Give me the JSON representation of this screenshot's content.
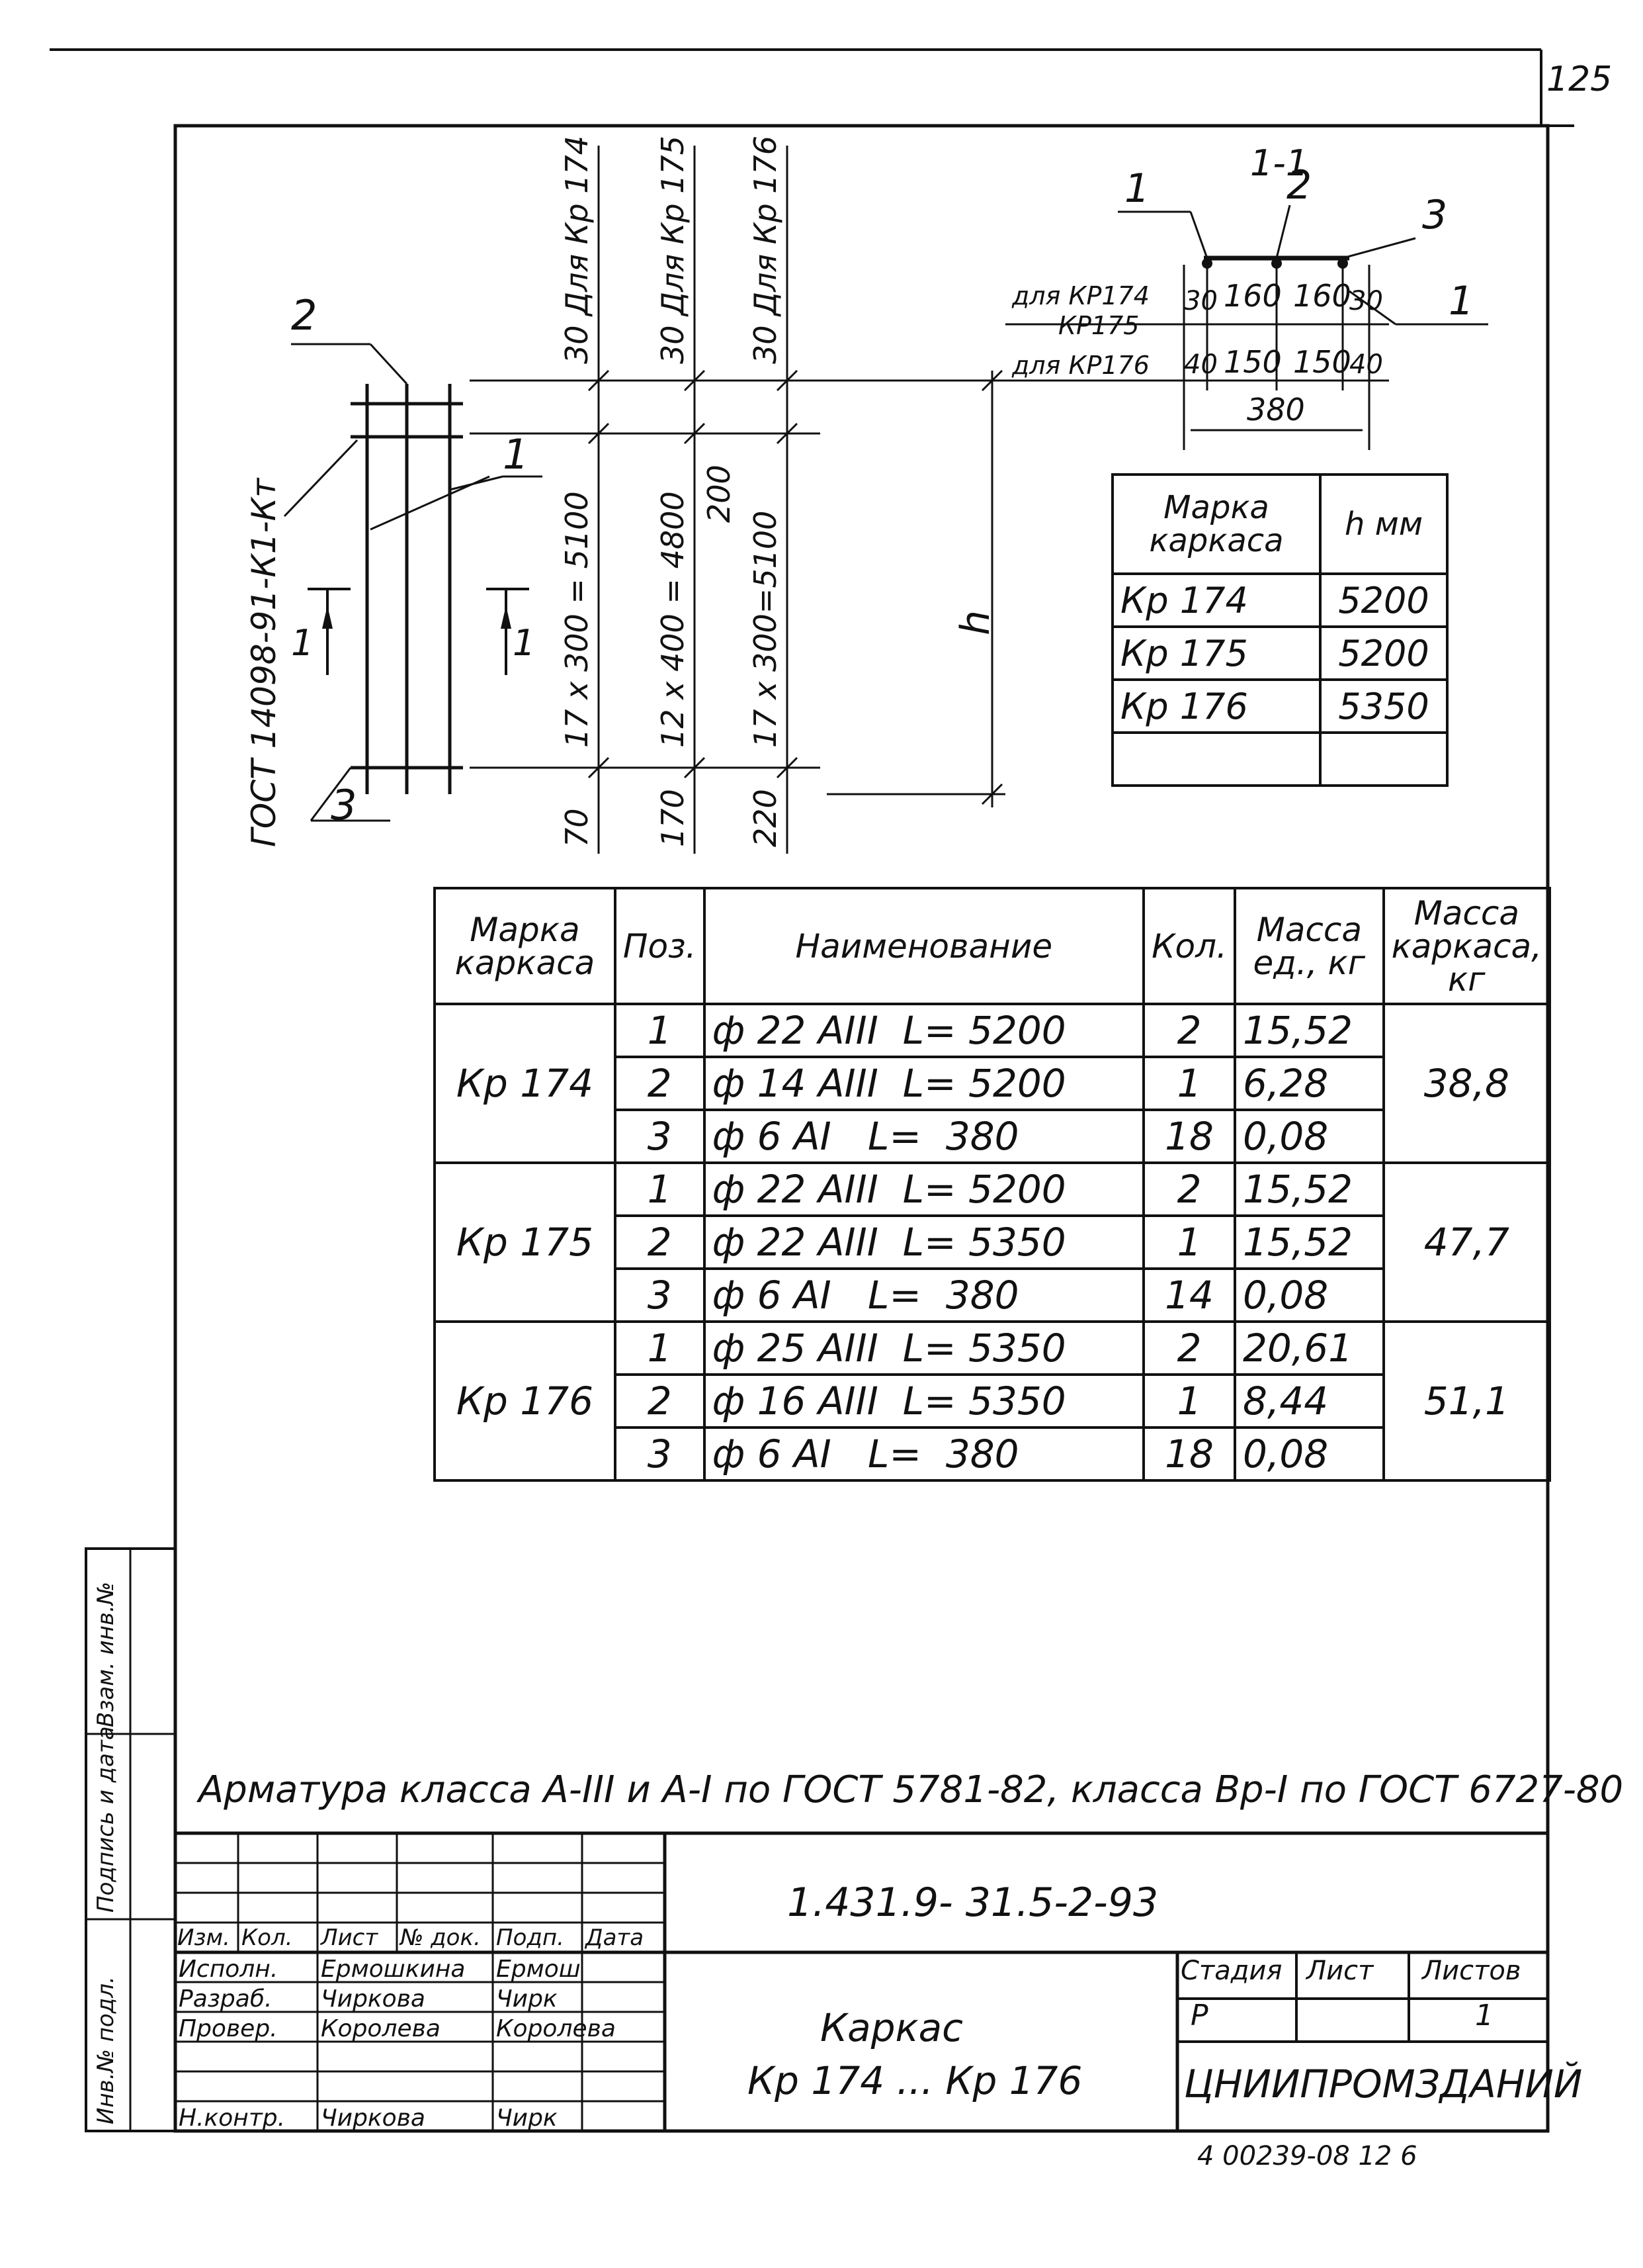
{
  "sheet_number": "125",
  "section_label": "1-1",
  "drawing": {
    "callouts": {
      "c1": "1",
      "c2": "2",
      "c3": "3",
      "s1": "1",
      "s2": "2",
      "s3": "3",
      "s4": "1",
      "sec_a": "1",
      "sec_b": "1"
    },
    "gost_label": "ГОСТ 14098-91-К1-Кт",
    "h_label": "h",
    "col1_top": "30 Для Кр 174",
    "col2_top": "30 Для Кр 175",
    "col3_top": "30 Для Кр 176",
    "col1_mid": "17 х 300 = 5100",
    "col2_mid": "12 х 400 = 4800",
    "col2_extra": "200",
    "col3_mid": "17 х 300=5100",
    "col1_bot": "70",
    "col2_bot": "170",
    "col3_bot": "220",
    "section_row1_label": "для КР174",
    "section_row1b_label": "КР175",
    "section_row2_label": "для КР176",
    "section_row1": [
      "30",
      "160",
      "160",
      "30"
    ],
    "section_row2": [
      "40",
      "150",
      "150",
      "40"
    ],
    "section_total": "380"
  },
  "h_table": {
    "headers": [
      "Марка каркаса",
      "h мм"
    ],
    "rows": [
      [
        "Кр 174",
        "5200"
      ],
      [
        "Кр 175",
        "5200"
      ],
      [
        "Кр 176",
        "5350"
      ],
      [
        "",
        ""
      ]
    ]
  },
  "spec_table": {
    "headers": [
      "Марка каркаса",
      "Поз.",
      "Наименование",
      "Кол.",
      "Масса ед., кг",
      "Масса каркаса, кг"
    ],
    "groups": [
      {
        "mark": "Кр 174",
        "mass": "38,8",
        "rows": [
          [
            "1",
            "ф 22 АIII  L= 5200",
            "2",
            "15,52"
          ],
          [
            "2",
            "ф 14 АIII  L= 5200",
            "1",
            "6,28"
          ],
          [
            "3",
            "ф 6 АI   L=  380",
            "18",
            "0,08"
          ]
        ]
      },
      {
        "mark": "Кр 175",
        "mass": "47,7",
        "rows": [
          [
            "1",
            "ф 22 АIII  L= 5200",
            "2",
            "15,52"
          ],
          [
            "2",
            "ф 22 АIII  L= 5350",
            "1",
            "15,52"
          ],
          [
            "3",
            "ф 6 АI   L=  380",
            "14",
            "0,08"
          ]
        ]
      },
      {
        "mark": "Кр 176",
        "mass": "51,1",
        "rows": [
          [
            "1",
            "ф 25 АIII  L= 5350",
            "2",
            "20,61"
          ],
          [
            "2",
            "ф 16 АIII  L= 5350",
            "1",
            "8,44"
          ],
          [
            "3",
            "ф 6 АI   L=  380",
            "18",
            "0,08"
          ]
        ]
      }
    ]
  },
  "note": "Арматура класса А-III и А-I по ГОСТ 5781-82, класса Вр-I по ГОСТ 6727-80",
  "title_block": {
    "doc_code": "1.431.9- 31.5-2-93",
    "name_line1": "Каркас",
    "name_line2": "Кр 174 ... Кр 176",
    "org": "ЦНИИПРОМЗДАНИЙ",
    "stage_header": [
      "Стадия",
      "Лист",
      "Листов"
    ],
    "stage_values": [
      "Р",
      "",
      "1"
    ],
    "col_headers": [
      "Изм.",
      "Кол.",
      "Лист",
      "№ док.",
      "Подп.",
      "Дата"
    ],
    "people": [
      [
        "Исполн.",
        "Ермошкина",
        "Ермош"
      ],
      [
        "Разраб.",
        "Чиркова",
        "Чирк"
      ],
      [
        "Провер.",
        "Королева",
        "Королева"
      ],
      [
        "",
        "",
        ""
      ],
      [
        "Н.контр.",
        "Чиркова",
        "Чирк"
      ]
    ]
  },
  "side_stamp": [
    "Инв.№ подл.",
    "Подпись и дата",
    "Взам. инв.№"
  ],
  "bottom_stamp": "4 00239-08   12 6"
}
